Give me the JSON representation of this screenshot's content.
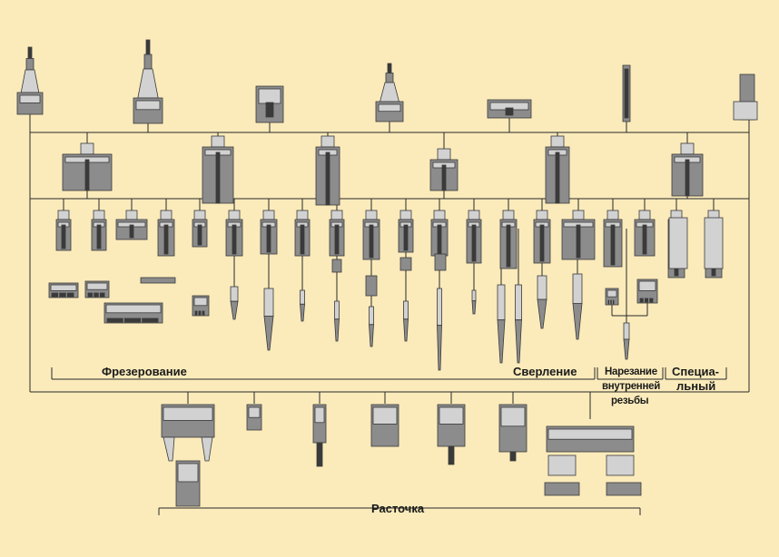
{
  "categories": {
    "milling": "Фрезерование",
    "drilling": "Сверление",
    "threading_line1": "Нарезание",
    "threading_line2": "внутренней",
    "threading_line3": "резьбы",
    "special_line1": "Специа-",
    "special_line2": "льный",
    "boring": "Расточка"
  },
  "colors": {
    "background": "#fbebbb",
    "line": "#2a2a2a",
    "tool_dark": "#3a3a3a",
    "tool_mid": "#8c8c8c",
    "tool_light": "#d2d2d2"
  }
}
